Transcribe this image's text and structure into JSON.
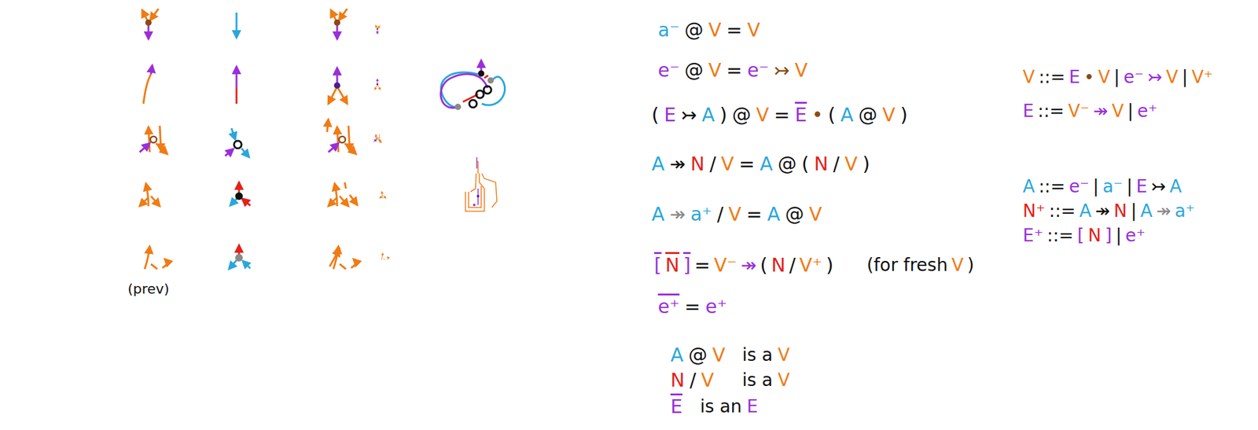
{
  "diagram": {
    "labels": [
      "(prev)",
      "a⁻",
      "@",
      "V",
      "=",
      "V",
      "e⁻",
      "@",
      "V",
      "=",
      "e⁻",
      "↣",
      "V",
      "(",
      "E",
      "↣",
      "A",
      ")",
      "@",
      "V",
      "=",
      "E",
      "•",
      "(",
      "A",
      "@",
      "V",
      ")",
      "A",
      "↠",
      "N",
      "/",
      "V",
      "=",
      "A",
      "@",
      "(",
      "N",
      "/",
      "V",
      ")",
      "A",
      "↠",
      "a⁺",
      "/",
      "V",
      "=",
      "A",
      "@",
      "V",
      "[",
      "N",
      "]",
      "=",
      "V⁻",
      "↠",
      "(",
      "N",
      "/",
      "V⁺",
      ")",
      "(for fresh",
      "V",
      ")",
      "e⁺",
      "=",
      "e⁺",
      "A",
      "@",
      "V",
      "is a",
      "V",
      "N",
      "/",
      "V",
      "is a",
      "V",
      "E",
      "is an",
      "E",
      "V",
      "::=",
      "E",
      "•",
      "V",
      "|",
      "e⁻",
      "↣",
      "V",
      "|",
      "V⁺",
      "E",
      "::=",
      "V⁻",
      "↠",
      "V",
      "|",
      "e⁺",
      "A",
      "::=",
      "e⁻",
      "|",
      "a⁻",
      "|",
      "E",
      "↣",
      "A",
      "N⁺",
      "::=",
      "A",
      "↠",
      "N",
      "|",
      "A",
      "↠",
      "a⁺",
      "E⁺",
      "::=",
      "[",
      "N",
      "]",
      "|",
      "e⁺"
    ]
  }
}
